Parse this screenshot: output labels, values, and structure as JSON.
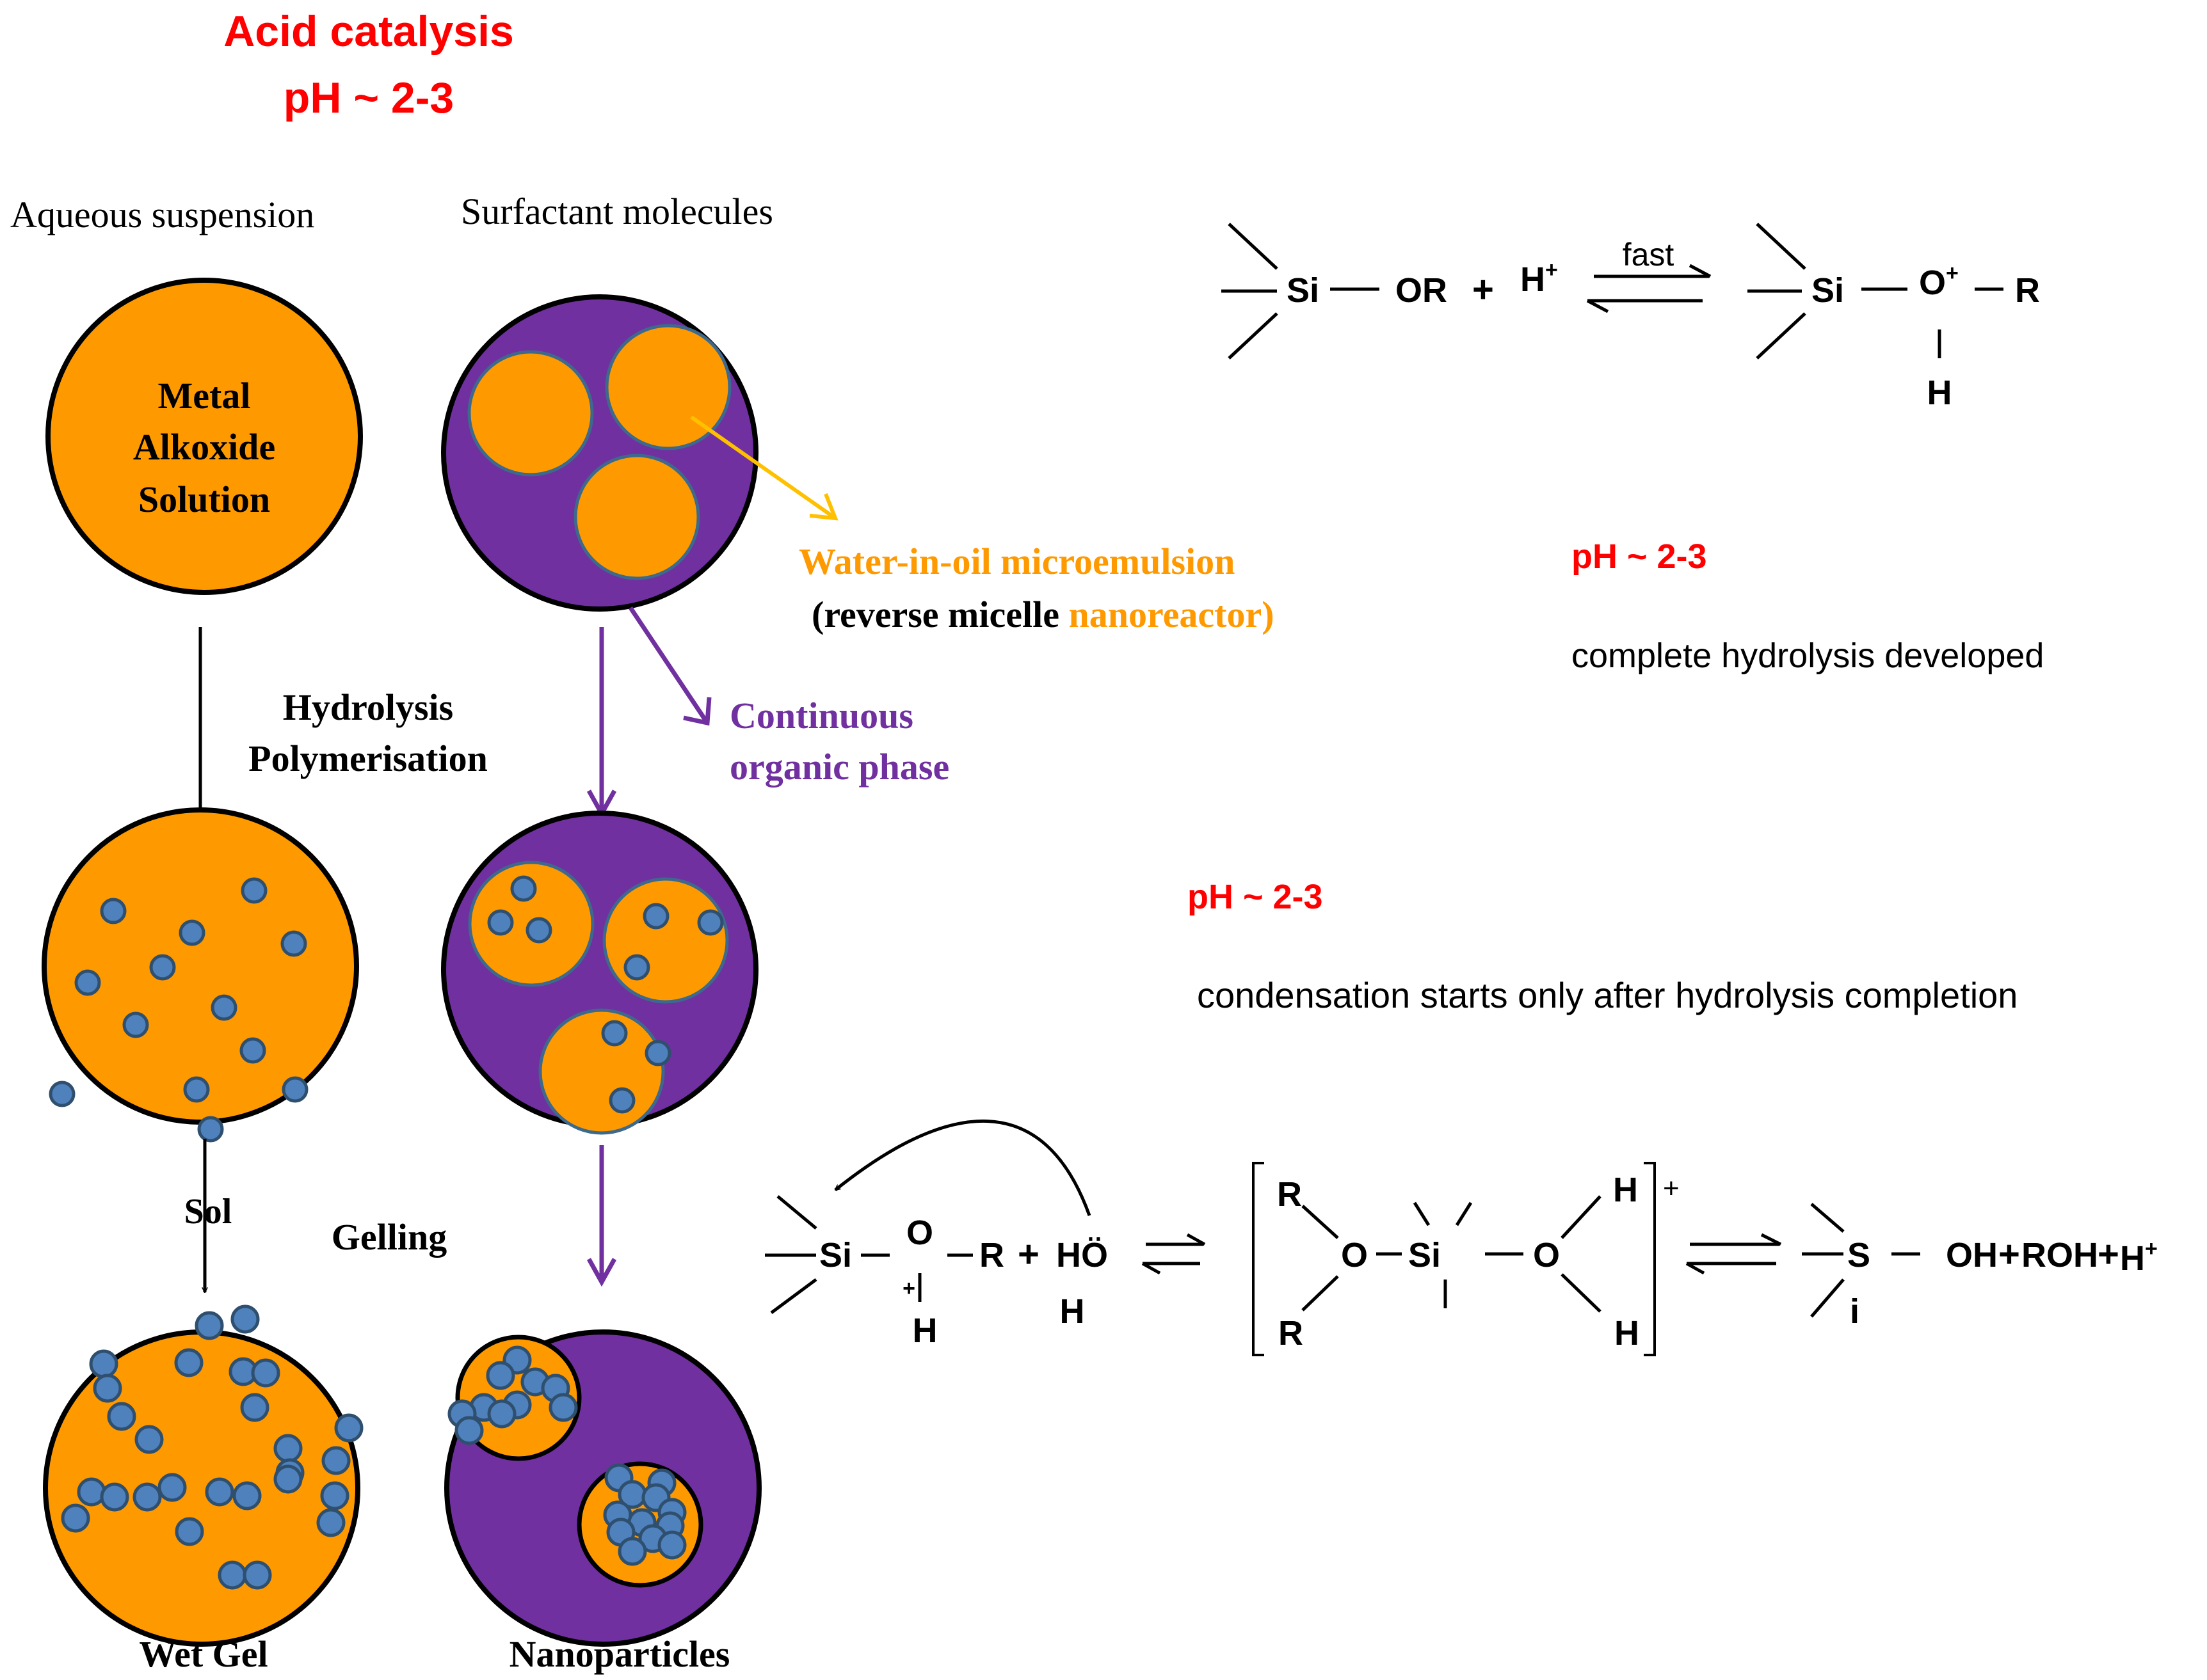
{
  "header": {
    "title": "Acid catalysis",
    "subtitle": "pH ~ 2-3"
  },
  "columns": {
    "aqueous": "Aqueous suspension",
    "surfactant": "Surfactant molecules"
  },
  "circle_labels": {
    "metal_line1": "Metal",
    "metal_line2": "Alkoxide",
    "metal_line3": "Solution"
  },
  "process": {
    "hydrolysis": "Hydrolysis",
    "polymerisation": "Polymerisation",
    "sol": "Sol",
    "gelling": "Gelling",
    "wet_gel": "Wet Gel",
    "nanoparticles": "Nanoparticles"
  },
  "annotations": {
    "microemulsion": "Water-in-oil microemulsion",
    "reverse_open": "(reverse micelle ",
    "nanoreactor": "nanoreactor)",
    "continuous_line1": "Continuous",
    "continuous_line2": "organic  phase"
  },
  "conditions": {
    "ph1": "pH ~ 2-3",
    "hydrolysis_note": "complete hydrolysis developed",
    "ph2": "pH ~ 2-3",
    "condensation_note": "condensation starts only after hydrolysis completion"
  },
  "equation1": {
    "si": "Si",
    "or": "OR",
    "plus": "+",
    "h": "H",
    "hplus_sup": "+",
    "fast": "fast",
    "si2": "Si",
    "o": "O",
    "o_sup": "+",
    "r": "R",
    "h_below": "H"
  },
  "equation2": {
    "si": "Si",
    "o": "O",
    "o_charge": "+",
    "h_under_o": "H",
    "r": "R",
    "plus": "+",
    "water": "HÖ",
    "water_h": "H",
    "br_r_top": "R",
    "br_r_bottom": "R",
    "br_o1": "O",
    "br_si": "Si",
    "br_o2": "O",
    "br_h_top": "H",
    "br_h_bottom": "H",
    "br_charge": "+",
    "prod_s": "S",
    "prod_i": "i",
    "prod_oh": "OH",
    "prod_plus1": "+",
    "prod_roh": "ROH",
    "prod_plus2": "+",
    "prod_h": "H",
    "prod_h_sup": "+"
  },
  "colors": {
    "red": "#ff0000",
    "orange": "#ff9900",
    "purple": "#7030a0",
    "gold_arrow": "#ffc000",
    "particle": "#4f81bd",
    "particle_stroke": "#2f4f6f",
    "micelle_border": "#3d6a8c"
  }
}
